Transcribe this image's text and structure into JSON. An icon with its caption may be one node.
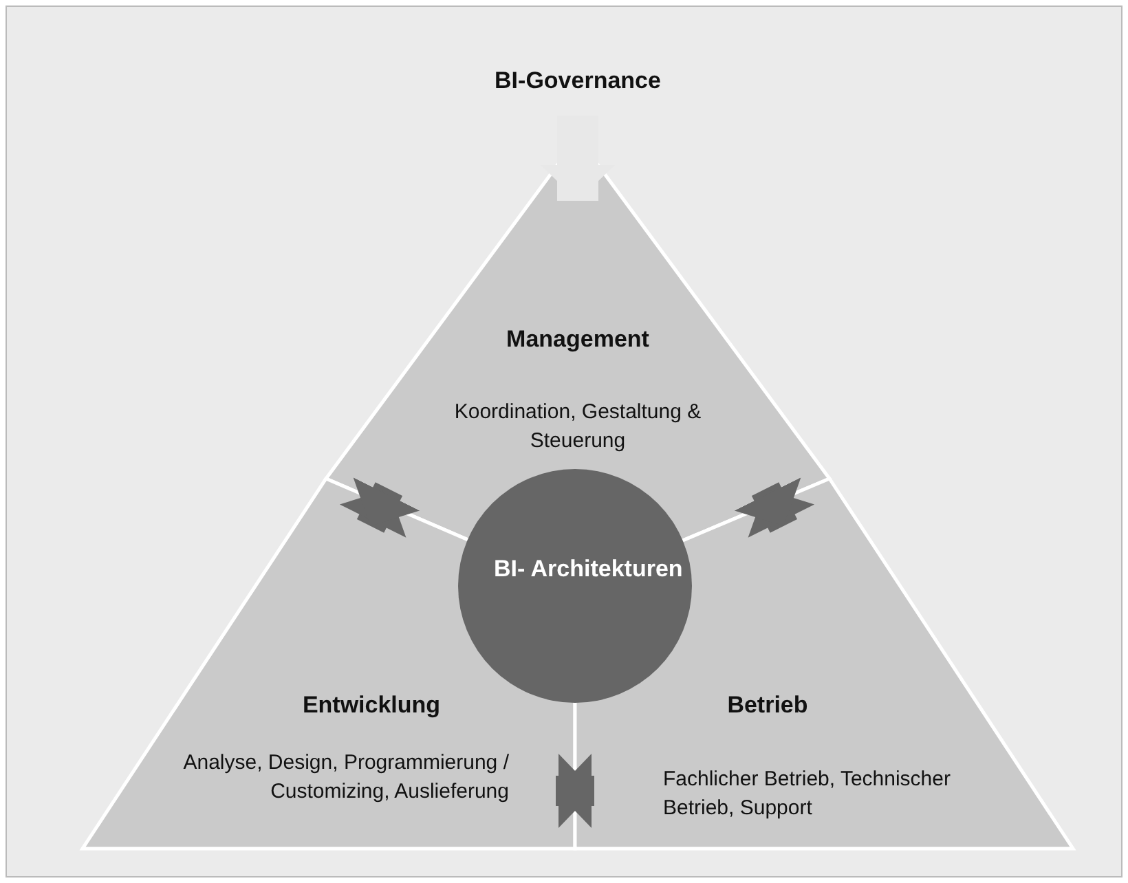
{
  "diagram": {
    "nodes": [
      {
        "text": [
          "BI-Governance"
        ]
      },
      {
        "text": [
          "Management",
          "Koordination, Gestaltung & Steuerung"
        ]
      },
      {
        "text": [
          "Entwicklung",
          "Analyse, Design, Programmierung / Customizing, Auslieferung"
        ]
      },
      {
        "text": [
          "Betrieb",
          "Fachlicher Betrieb, Technischer Betrieb, Support"
        ]
      },
      {
        "text": [
          "BI- Architekturen"
        ]
      }
    ],
    "edges": [
      {
        "from": 0,
        "to": 1,
        "arrow": "to",
        "color": "#e8e8e8"
      },
      {
        "from": 1,
        "to": 2,
        "arrow": "both"
      },
      {
        "from": 1,
        "to": 3,
        "arrow": "both"
      },
      {
        "from": 2,
        "to": 3,
        "arrow": "both"
      }
    ]
  }
}
